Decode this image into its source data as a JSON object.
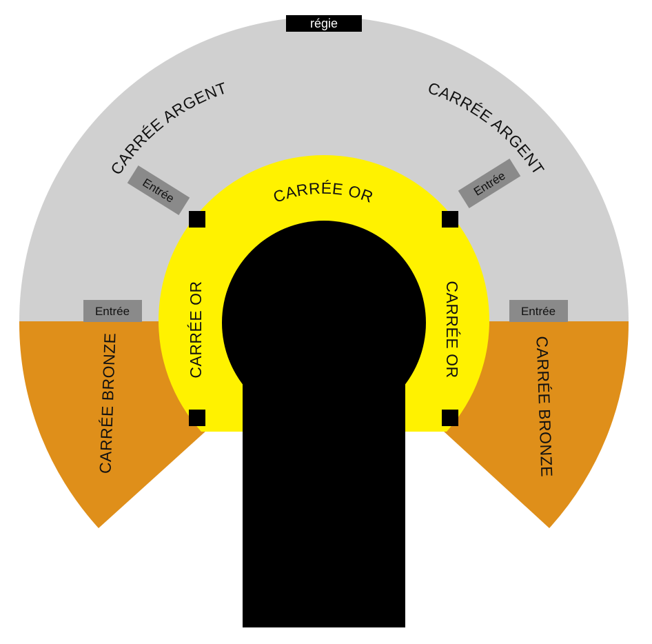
{
  "regie": {
    "label": "régie"
  },
  "zones": {
    "argent": {
      "label": "CARRÉE ARGENT",
      "color": "#d0d0d0"
    },
    "or": {
      "label": "CARRÉE OR",
      "color": "#fff200"
    },
    "bronze": {
      "label": "CARRÉE BRONZE",
      "color": "#df8f1a"
    }
  },
  "entrance": {
    "label": "Entrée",
    "color": "#8a8a8a"
  },
  "stage": {
    "color": "#000000"
  },
  "pillar": {
    "color": "#000000"
  }
}
